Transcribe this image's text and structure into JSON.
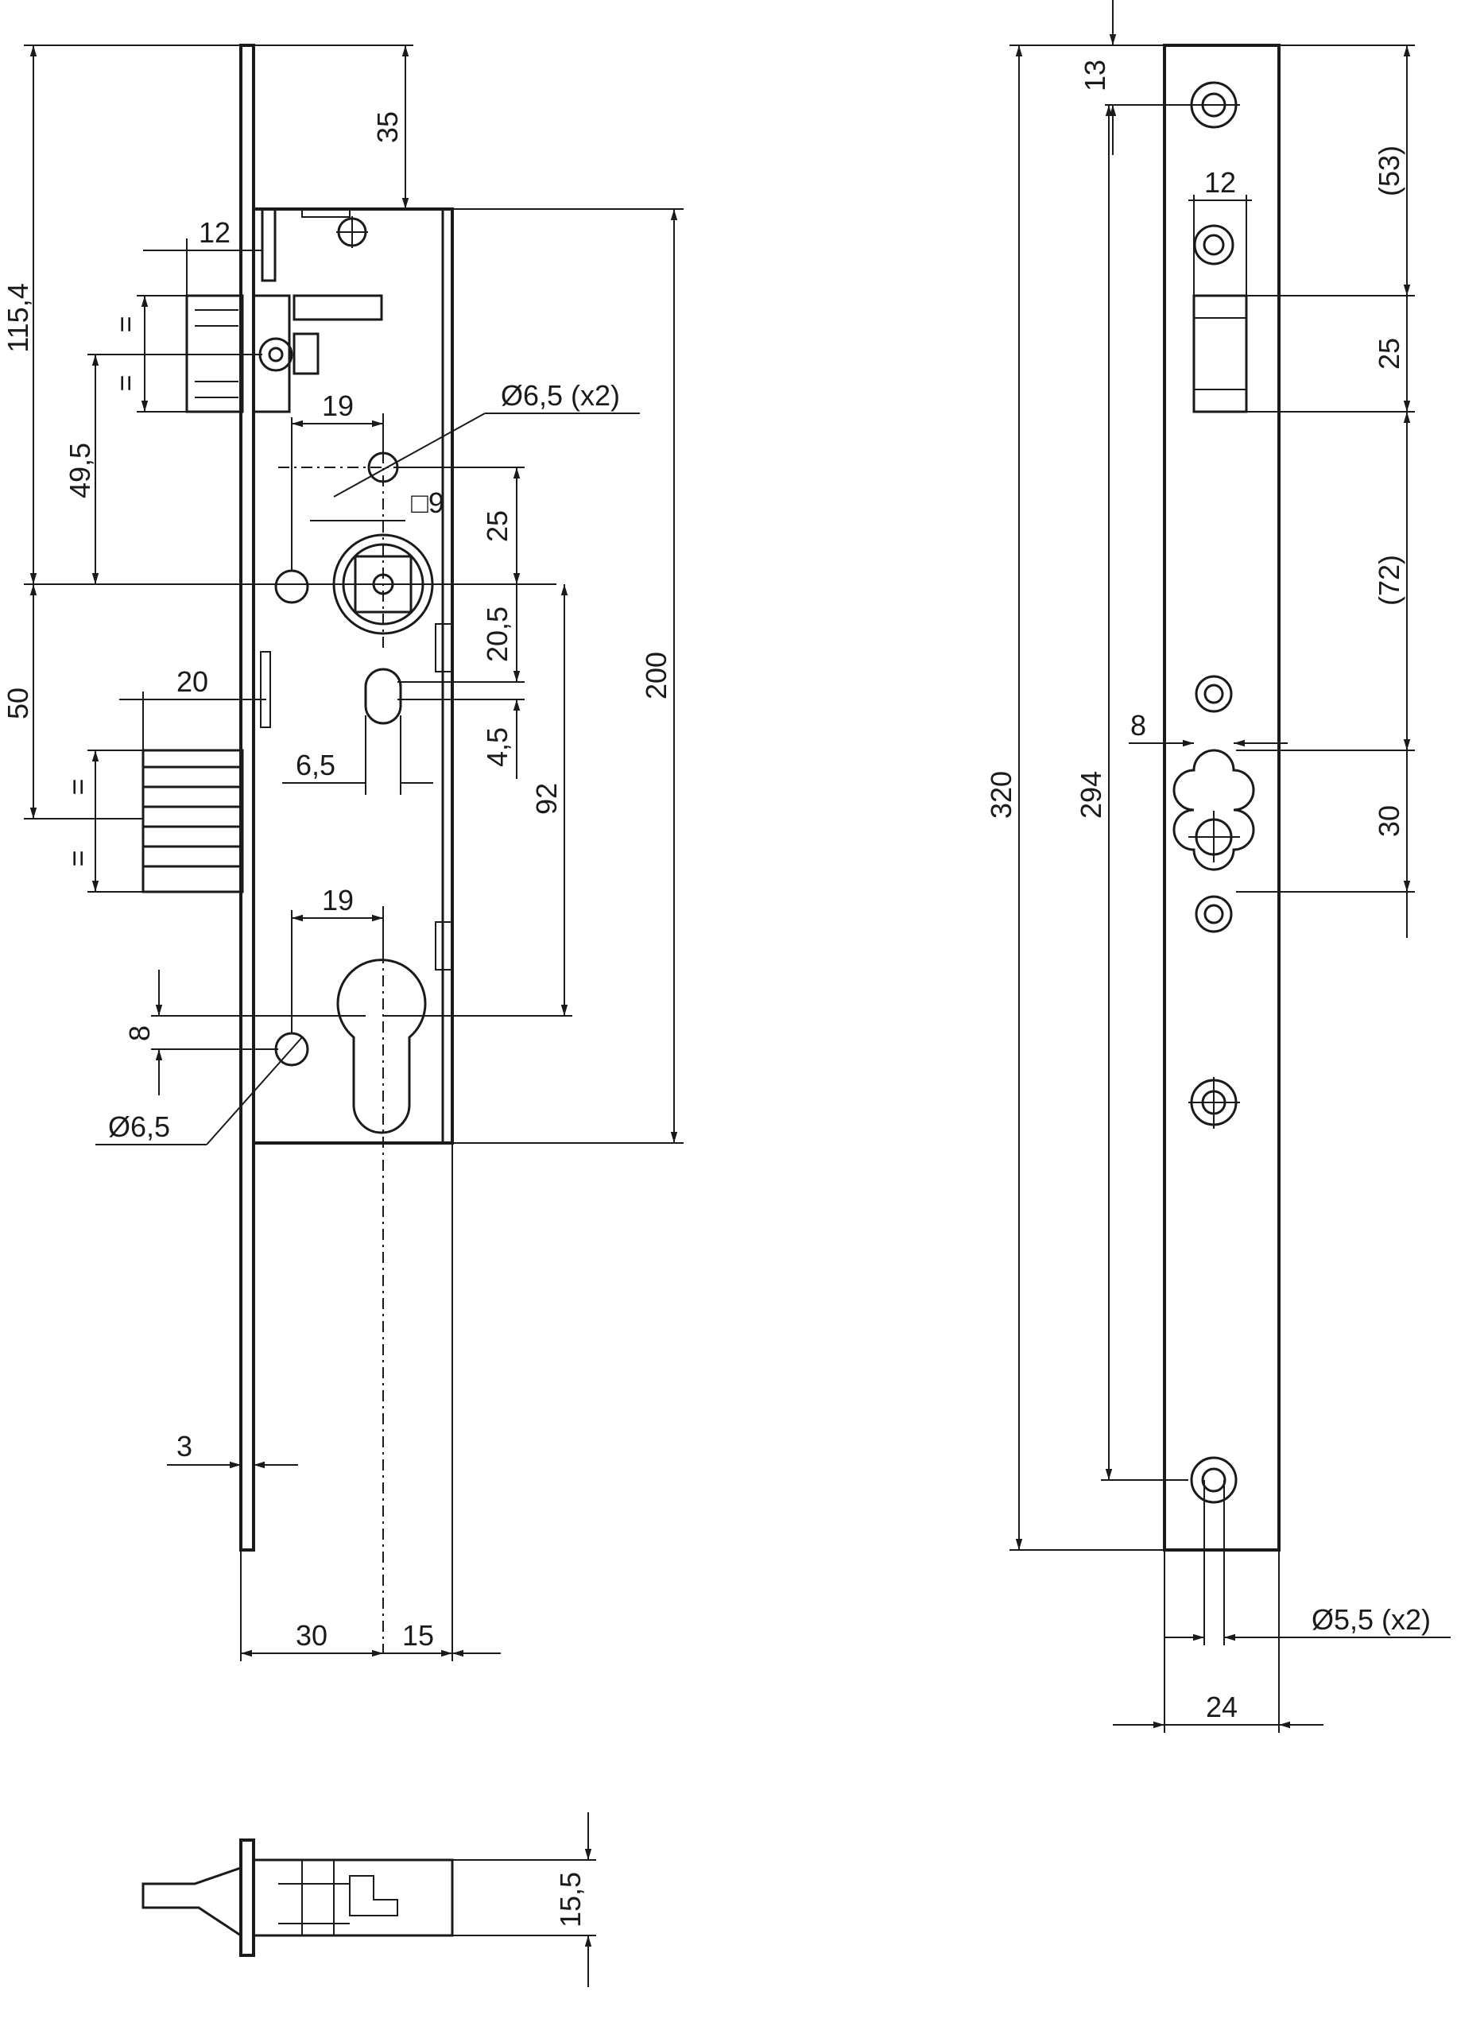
{
  "dimensions_front_view": {
    "d_115_4": "115,4",
    "d_35": "35",
    "d_12": "12",
    "d_eq1": "=",
    "d_eq2": "=",
    "d_49_5": "49,5",
    "d_19_top": "19",
    "d_dia_6_5_x2": "Ø6,5 (x2)",
    "d_sq9": "□9",
    "d_25": "25",
    "d_20_5": "20,5",
    "d_4_5": "4,5",
    "d_200": "200",
    "d_50": "50",
    "d_20": "20",
    "d_6_5": "6,5",
    "d_eq3": "=",
    "d_eq4": "=",
    "d_92": "92",
    "d_19_bottom": "19",
    "d_8": "8",
    "d_dia_6_5": "Ø6,5",
    "d_3": "3",
    "d_30": "30",
    "d_15": "15"
  },
  "dimensions_side_view": {
    "d_13": "13",
    "d_53": "(53)",
    "d_12": "12",
    "d_25": "25",
    "d_72": "(72)",
    "d_8": "8",
    "d_320": "320",
    "d_294": "294",
    "d_30": "30",
    "d_dia_5_5_x2": "Ø5,5 (x2)",
    "d_24": "24"
  },
  "dimensions_bottom_view": {
    "d_15_5": "15,5"
  },
  "colors": {
    "line": "#1a1a1a",
    "background": "#ffffff"
  }
}
